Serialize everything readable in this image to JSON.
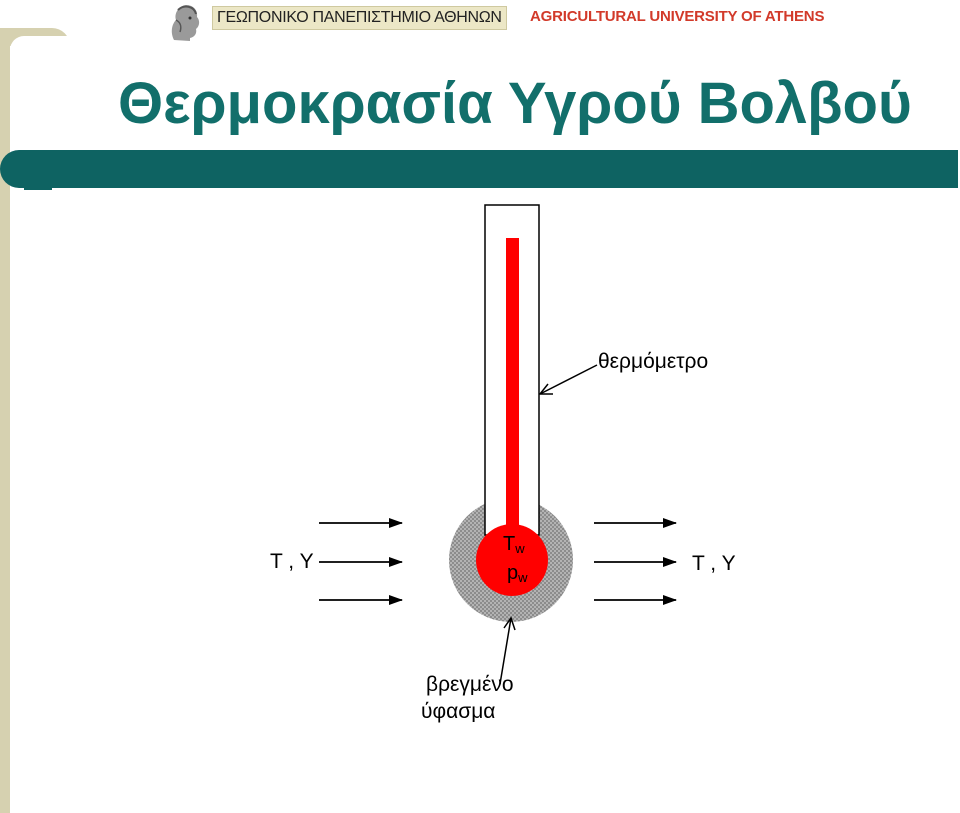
{
  "header": {
    "university_greek": "ΓΕΩΠΟΝΙΚΟ ΠΑΝΕΠΙΣΤΗΜΙΟ ΑΘΗΝΩΝ",
    "university_english": "AGRICULTURAL UNIVERSITY OF ATHENS",
    "logo_icon": "athena-head-logo-icon"
  },
  "slide": {
    "title": "Θερμοκρασία Υγρού Βολβού"
  },
  "diagram": {
    "thermometer_label": "θερμόμετρο",
    "inlet_label": "T , Y",
    "outlet_label": "T , Y",
    "bulb_temp_symbol": "T",
    "bulb_temp_sub": "w",
    "bulb_pressure_symbol": "p",
    "bulb_pressure_sub": "w",
    "wet_cloth_line1": "βρεγμένο",
    "wet_cloth_line2": "ύφασμα",
    "colors": {
      "mercury": "#ff0000",
      "cloth": "#8c8c8c",
      "title": "#126f6b",
      "band": "#0e6362"
    }
  }
}
